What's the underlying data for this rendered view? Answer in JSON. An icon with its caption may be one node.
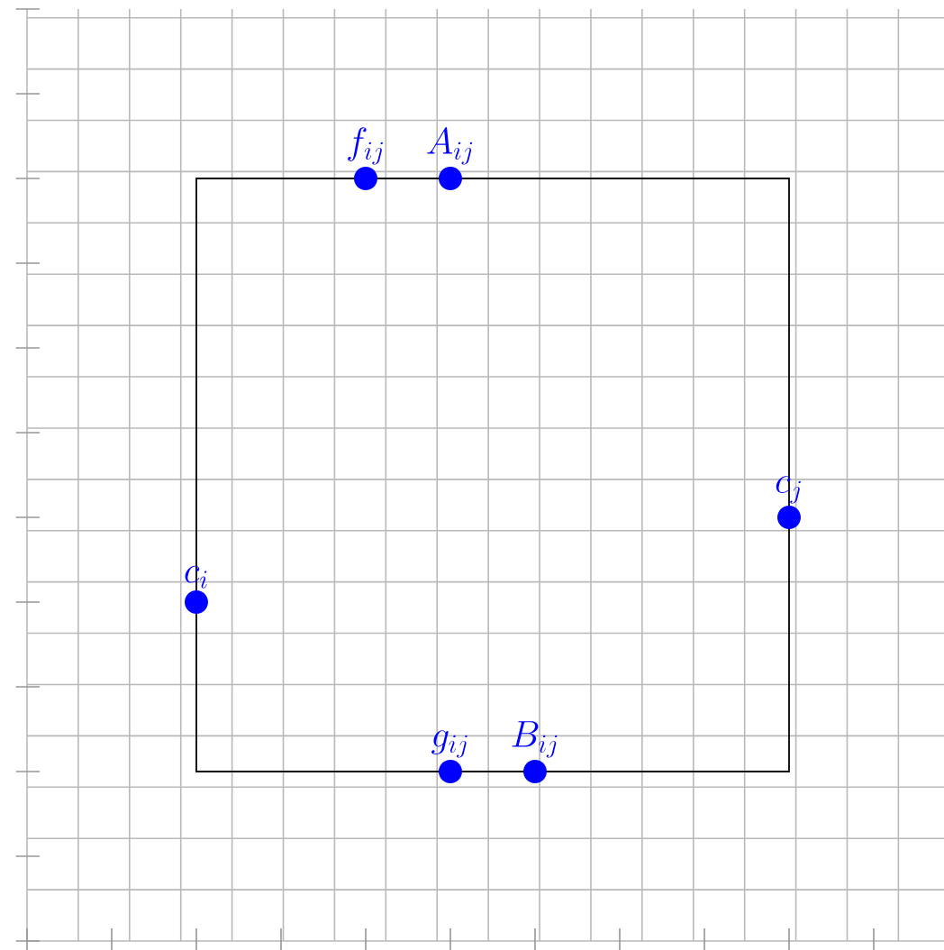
{
  "diagram": {
    "labels": [
      "f_{ij}",
      "A_{ij}",
      "c_{j}",
      "c_{i}",
      "g_{ij}",
      "B_{ij}"
    ]
  }
}
